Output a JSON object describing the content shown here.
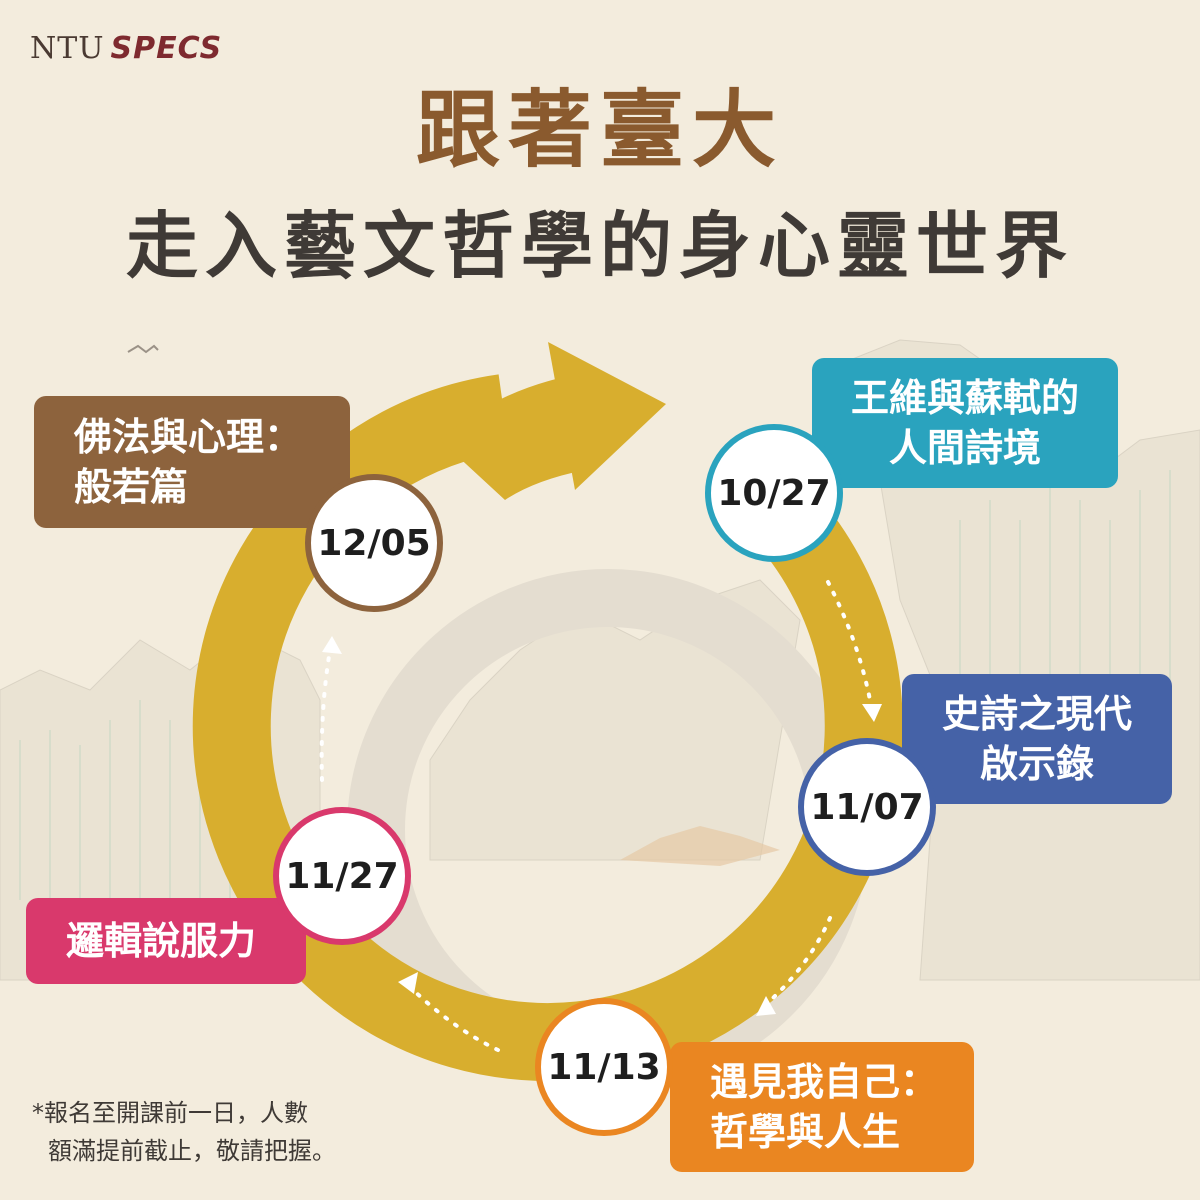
{
  "brand": {
    "ntu": "NTU",
    "specs": "SPECS"
  },
  "title": {
    "line1": "跟著臺大",
    "line2": "走入藝文哲學的身心靈世界"
  },
  "sessions": [
    {
      "date": "10/27",
      "title_lines": [
        "王維與蘇軾的",
        "人間詩境"
      ],
      "color": "#2aa3be"
    },
    {
      "date": "11/07",
      "title_lines": [
        "史詩之現代",
        "啟示錄"
      ],
      "color": "#4562a7"
    },
    {
      "date": "11/13",
      "title_lines": [
        "遇見我自己：",
        "哲學與人生"
      ],
      "color": "#ea8621"
    },
    {
      "date": "11/27",
      "title_lines": [
        "邏輯說服力"
      ],
      "color": "#d9396c"
    },
    {
      "date": "12/05",
      "title_lines": [
        "佛法與心理：",
        "般若篇"
      ],
      "color": "#8d633d"
    }
  ],
  "note": {
    "line1": "*報名至開課前一日，人數",
    "line2": "額滿提前截止，敬請把握。"
  },
  "colors": {
    "background": "#f3ecdd",
    "ring": "#d8ae2e",
    "ring_shadow": "#e4ddd0",
    "title_brown": "#8a5a2e",
    "title_dark": "#3f3a36"
  }
}
